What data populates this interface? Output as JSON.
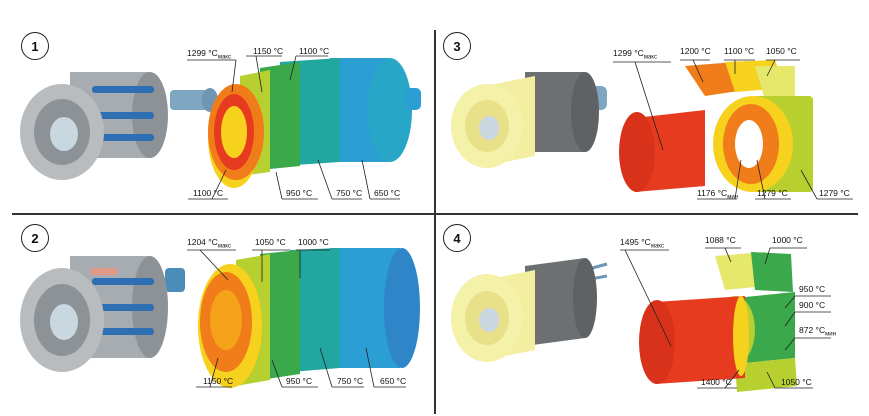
{
  "panels": [
    {
      "number": "1",
      "labels": {
        "max": "1299 °C",
        "max_sub": "макс",
        "t1150": "1150 °C",
        "t1100_top": "1100 °C",
        "t1100_bottom": "1100 °C",
        "t950": "950 °C",
        "t750": "750 °C",
        "t650": "650 °C"
      }
    },
    {
      "number": "2",
      "labels": {
        "max": "1204 °C",
        "max_sub": "макс",
        "t1050": "1050 °C",
        "t1000": "1000 °C",
        "t1150": "1150 °C",
        "t950": "950 °C",
        "t750": "750 °C",
        "t650": "650 °C"
      }
    },
    {
      "number": "3",
      "labels": {
        "max": "1299 °C",
        "max_sub": "макс",
        "t1200": "1200 °C",
        "t1100": "1100 °C",
        "t1050": "1050 °C",
        "t1176": "1176 °C",
        "t1176_sub": "мин",
        "t1279a": "1279 °C",
        "t1279b": "1279 °C"
      }
    },
    {
      "number": "4",
      "labels": {
        "max": "1495 °C",
        "max_sub": "макс",
        "t1088": "1088 °C",
        "t1000": "1000 °C",
        "t950": "950 °C",
        "t900": "900 °C",
        "t872": "872 °C",
        "t872_sub": "мин",
        "t1400": "1400 °C",
        "t1050": "1050 °C"
      }
    }
  ],
  "colors": {
    "red": "#e63b1f",
    "orange": "#f07c1a",
    "yellow": "#f6d11e",
    "lime": "#b7d02f",
    "green": "#3aa84b",
    "teal": "#22a6a0",
    "blue": "#2b9fd3",
    "gray": "#9a9fa3",
    "pale": "#f4f1a8",
    "rod": "#2e6fb3"
  }
}
